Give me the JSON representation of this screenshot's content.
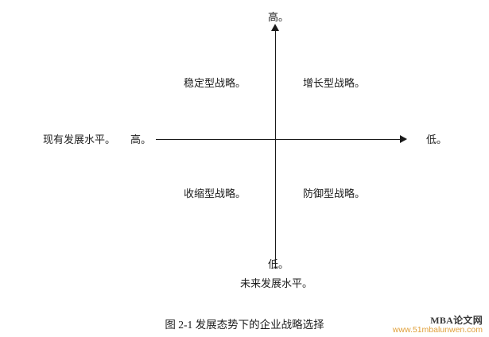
{
  "diagram": {
    "type": "two-by-two-matrix",
    "axes": {
      "vertical_top_label": "高。",
      "vertical_bottom_label": "低。",
      "horizontal_right_label": "低。",
      "horizontal_left_label_1": "现有发展水平。",
      "horizontal_left_label_2": "高。",
      "bottom_axis_title": "未来发展水平。"
    },
    "quadrants": {
      "top_left": "稳定型战略。",
      "top_right": "增长型战略。",
      "bottom_left": "收缩型战略。",
      "bottom_right": "防御型战略。"
    }
  },
  "caption": "图 2-1 发展态势下的企业战略选择",
  "watermark": {
    "title": "MBA论文网",
    "url": "www.51mbalunwen.com"
  }
}
